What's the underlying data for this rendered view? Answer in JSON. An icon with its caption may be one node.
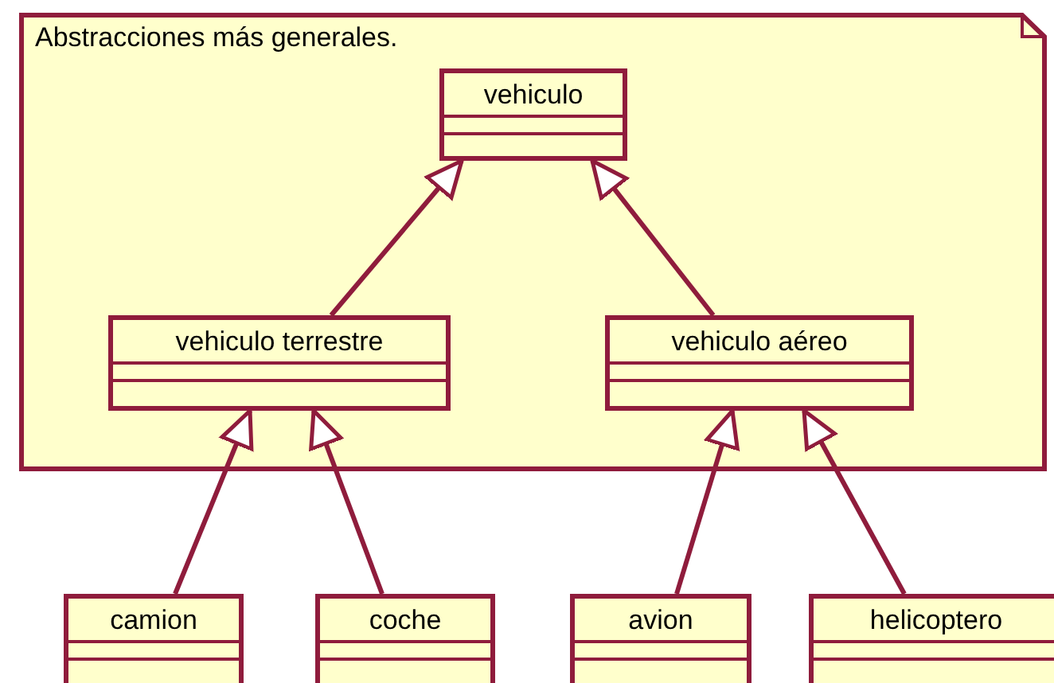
{
  "diagram": {
    "nodes": [
      {
        "text": [
          "Abstracciones más generales."
        ]
      },
      {
        "text": [
          "vehiculo"
        ],
        "in": 0
      },
      {
        "text": [
          "vehiculo terrestre"
        ],
        "in": 0
      },
      {
        "text": [
          "vehiculo aéreo"
        ],
        "in": 0
      },
      {
        "text": [
          "camion"
        ]
      },
      {
        "text": [
          "coche"
        ]
      },
      {
        "text": [
          "avion"
        ]
      },
      {
        "text": [
          "helicoptero"
        ]
      }
    ],
    "edges": [
      {
        "from": 2,
        "to": 1,
        "arrow": "to"
      },
      {
        "from": 3,
        "to": 1,
        "arrow": "to"
      },
      {
        "from": 4,
        "to": 2,
        "arrow": "to"
      },
      {
        "from": 5,
        "to": 2,
        "arrow": "to"
      },
      {
        "from": 6,
        "to": 3,
        "arrow": "to"
      },
      {
        "from": 7,
        "to": 3,
        "arrow": "to"
      }
    ]
  }
}
